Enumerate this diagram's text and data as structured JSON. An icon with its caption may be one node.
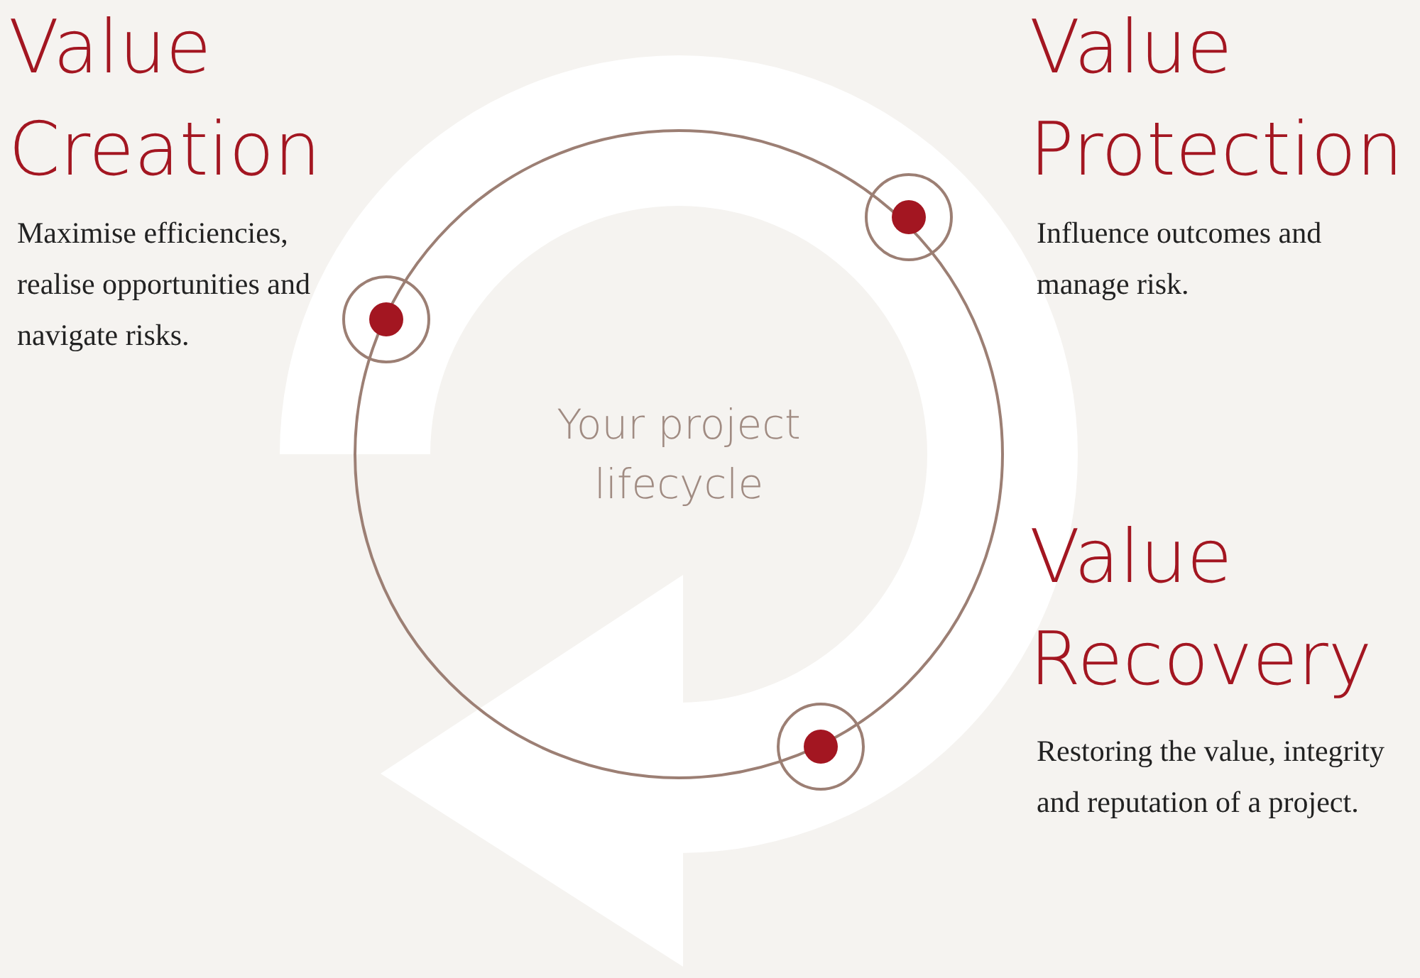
{
  "diagram": {
    "labels": [
      "Value Creation",
      "Maximise efficiencies, realise opportunities and navigate risks.",
      "Value Protection",
      "Influence outcomes and manage risk.",
      "Your project lifecycle",
      "Value Recovery",
      "Restoring the value, integrity and reputation of a project."
    ]
  }
}
